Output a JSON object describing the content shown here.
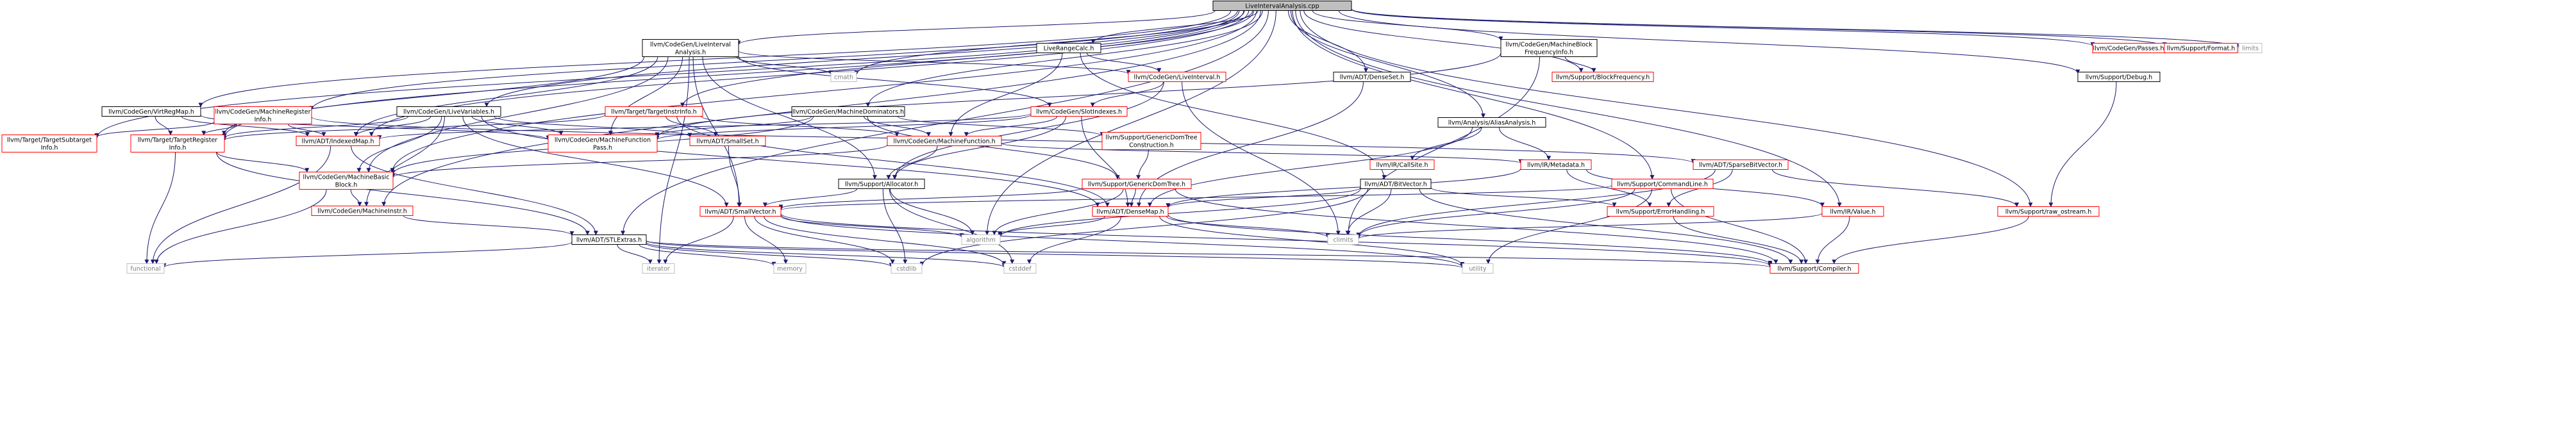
{
  "colors": {
    "root_fill": "#bfbfbf",
    "default_border": "#000000",
    "truncated_border": "#ff0000",
    "system_border": "#bfbfbf",
    "system_text": "#808080",
    "edge": "#191970"
  },
  "nodes": [
    {
      "id": "root",
      "lines": [
        "LiveIntervalAnalysis.cpp"
      ],
      "kind": "root"
    },
    {
      "id": "lia_h",
      "lines": [
        "llvm/CodeGen/LiveInterval",
        "Analysis.h"
      ],
      "kind": "default"
    },
    {
      "id": "liverangecalc",
      "lines": [
        "LiveRangeCalc.h"
      ],
      "kind": "default"
    },
    {
      "id": "mbfi",
      "lines": [
        "llvm/CodeGen/MachineBlock",
        "FrequencyInfo.h"
      ],
      "kind": "default"
    },
    {
      "id": "passes",
      "lines": [
        "llvm/CodeGen/Passes.h"
      ],
      "kind": "truncated"
    },
    {
      "id": "format",
      "lines": [
        "llvm/Support/Format.h"
      ],
      "kind": "truncated"
    },
    {
      "id": "limits",
      "lines": [
        "limits"
      ],
      "kind": "system"
    },
    {
      "id": "cmath",
      "lines": [
        "cmath"
      ],
      "kind": "system"
    },
    {
      "id": "liveinterval",
      "lines": [
        "llvm/CodeGen/LiveInterval.h"
      ],
      "kind": "truncated"
    },
    {
      "id": "densesetH",
      "lines": [
        "llvm/ADT/DenseSet.h"
      ],
      "kind": "default"
    },
    {
      "id": "blockfreq",
      "lines": [
        "llvm/Support/BlockFrequency.h"
      ],
      "kind": "truncated"
    },
    {
      "id": "debug",
      "lines": [
        "llvm/Support/Debug.h"
      ],
      "kind": "default"
    },
    {
      "id": "virtreg",
      "lines": [
        "llvm/CodeGen/VirtRegMap.h"
      ],
      "kind": "default"
    },
    {
      "id": "mri",
      "lines": [
        "llvm/CodeGen/MachineRegister",
        "Info.h"
      ],
      "kind": "truncated"
    },
    {
      "id": "livevars",
      "lines": [
        "llvm/CodeGen/LiveVariables.h"
      ],
      "kind": "default"
    },
    {
      "id": "tii",
      "lines": [
        "llvm/Target/TargetInstrInfo.h"
      ],
      "kind": "truncated"
    },
    {
      "id": "mdom",
      "lines": [
        "llvm/CodeGen/MachineDominators.h"
      ],
      "kind": "default"
    },
    {
      "id": "slotindexes",
      "lines": [
        "llvm/CodeGen/SlotIndexes.h"
      ],
      "kind": "truncated"
    },
    {
      "id": "aa",
      "lines": [
        "llvm/Analysis/AliasAnalysis.h"
      ],
      "kind": "default"
    },
    {
      "id": "gdtc",
      "lines": [
        "llvm/Support/GenericDomTree",
        "Construction.h"
      ],
      "kind": "truncated"
    },
    {
      "id": "tsi",
      "lines": [
        "llvm/Target/TargetSubtarget",
        "Info.h"
      ],
      "kind": "truncated"
    },
    {
      "id": "tri",
      "lines": [
        "llvm/Target/TargetRegister",
        "Info.h"
      ],
      "kind": "truncated"
    },
    {
      "id": "indexedmap",
      "lines": [
        "llvm/ADT/IndexedMap.h"
      ],
      "kind": "truncated"
    },
    {
      "id": "mfpass",
      "lines": [
        "llvm/CodeGen/MachineFunction",
        "Pass.h"
      ],
      "kind": "truncated"
    },
    {
      "id": "smallset",
      "lines": [
        "llvm/ADT/SmallSet.h"
      ],
      "kind": "truncated"
    },
    {
      "id": "mf",
      "lines": [
        "llvm/CodeGen/MachineFunction.h"
      ],
      "kind": "truncated"
    },
    {
      "id": "callsite",
      "lines": [
        "llvm/IR/CallSite.h"
      ],
      "kind": "truncated"
    },
    {
      "id": "metadata",
      "lines": [
        "llvm/IR/Metadata.h"
      ],
      "kind": "truncated"
    },
    {
      "id": "sparsebv",
      "lines": [
        "llvm/ADT/SparseBitVector.h"
      ],
      "kind": "truncated"
    },
    {
      "id": "mbb",
      "lines": [
        "llvm/CodeGen/MachineBasic",
        "Block.h"
      ],
      "kind": "truncated"
    },
    {
      "id": "allocator",
      "lines": [
        "llvm/Support/Allocator.h"
      ],
      "kind": "default"
    },
    {
      "id": "gdt",
      "lines": [
        "llvm/Support/GenericDomTree.h"
      ],
      "kind": "truncated"
    },
    {
      "id": "bitvector",
      "lines": [
        "llvm/ADT/BitVector.h"
      ],
      "kind": "default"
    },
    {
      "id": "cmdline",
      "lines": [
        "llvm/Support/CommandLine.h"
      ],
      "kind": "truncated"
    },
    {
      "id": "mi",
      "lines": [
        "llvm/CodeGen/MachineInstr.h"
      ],
      "kind": "truncated"
    },
    {
      "id": "smallvector",
      "lines": [
        "llvm/ADT/SmallVector.h"
      ],
      "kind": "truncated"
    },
    {
      "id": "densemap",
      "lines": [
        "llvm/ADT/DenseMap.h"
      ],
      "kind": "truncated"
    },
    {
      "id": "errorhandling",
      "lines": [
        "llvm/Support/ErrorHandling.h"
      ],
      "kind": "truncated"
    },
    {
      "id": "irvalue",
      "lines": [
        "llvm/IR/Value.h"
      ],
      "kind": "truncated"
    },
    {
      "id": "rawostream",
      "lines": [
        "llvm/Support/raw_ostream.h"
      ],
      "kind": "truncated"
    },
    {
      "id": "stlextras",
      "lines": [
        "llvm/ADT/STLExtras.h"
      ],
      "kind": "default"
    },
    {
      "id": "algorithm",
      "lines": [
        "algorithm"
      ],
      "kind": "system"
    },
    {
      "id": "climits",
      "lines": [
        "climits"
      ],
      "kind": "system"
    },
    {
      "id": "functional",
      "lines": [
        "functional"
      ],
      "kind": "system"
    },
    {
      "id": "iterator",
      "lines": [
        "iterator"
      ],
      "kind": "system"
    },
    {
      "id": "memory",
      "lines": [
        "memory"
      ],
      "kind": "system"
    },
    {
      "id": "cstdlib",
      "lines": [
        "cstdlib"
      ],
      "kind": "system"
    },
    {
      "id": "cstddef",
      "lines": [
        "cstddef"
      ],
      "kind": "system"
    },
    {
      "id": "utility",
      "lines": [
        "utility"
      ],
      "kind": "system"
    },
    {
      "id": "compiler",
      "lines": [
        "llvm/Support/Compiler.h"
      ],
      "kind": "truncated"
    }
  ],
  "edges": [
    [
      "root",
      "lia_h"
    ],
    [
      "root",
      "liverangecalc"
    ],
    [
      "root",
      "mbfi"
    ],
    [
      "root",
      "passes"
    ],
    [
      "root",
      "format"
    ],
    [
      "root",
      "limits"
    ],
    [
      "root",
      "cmath"
    ],
    [
      "root",
      "densesetH"
    ],
    [
      "root",
      "blockfreq"
    ],
    [
      "root",
      "debug"
    ],
    [
      "root",
      "virtreg"
    ],
    [
      "root",
      "mri"
    ],
    [
      "root",
      "livevars"
    ],
    [
      "root",
      "tii"
    ],
    [
      "root",
      "mdom"
    ],
    [
      "root",
      "aa"
    ],
    [
      "root",
      "tsi"
    ],
    [
      "root",
      "tri"
    ],
    [
      "root",
      "mbb"
    ],
    [
      "root",
      "stlextras"
    ],
    [
      "root",
      "cmdline"
    ],
    [
      "root",
      "irvalue"
    ],
    [
      "root",
      "rawostream"
    ],
    [
      "root",
      "algorithm"
    ],
    [
      "root",
      "indexedmap"
    ],
    [
      "root",
      "mi"
    ],
    [
      "lia_h",
      "cmath"
    ],
    [
      "lia_h",
      "liveinterval"
    ],
    [
      "lia_h",
      "slotindexes"
    ],
    [
      "lia_h",
      "tri"
    ],
    [
      "lia_h",
      "indexedmap"
    ],
    [
      "lia_h",
      "mfpass"
    ],
    [
      "lia_h",
      "smallvector"
    ],
    [
      "lia_h",
      "allocator"
    ],
    [
      "lia_h",
      "mbb"
    ],
    [
      "lia_h",
      "iterator"
    ],
    [
      "liverangecalc",
      "liveinterval"
    ],
    [
      "liverangecalc",
      "bitvector"
    ],
    [
      "liverangecalc",
      "mf"
    ],
    [
      "mbfi",
      "blockfreq"
    ],
    [
      "mbfi",
      "climits"
    ],
    [
      "mbfi",
      "mfpass"
    ],
    [
      "liveinterval",
      "slotindexes"
    ],
    [
      "liveinterval",
      "allocator"
    ],
    [
      "liveinterval",
      "climits"
    ],
    [
      "densesetH",
      "densemap"
    ],
    [
      "debug",
      "rawostream"
    ],
    [
      "virtreg",
      "tri"
    ],
    [
      "virtreg",
      "indexedmap"
    ],
    [
      "virtreg",
      "mfpass"
    ],
    [
      "mri",
      "tsi"
    ],
    [
      "mri",
      "tri"
    ],
    [
      "mri",
      "indexedmap"
    ],
    [
      "mri",
      "sparsebv"
    ],
    [
      "livevars",
      "indexedmap"
    ],
    [
      "livevars",
      "mfpass"
    ],
    [
      "livevars",
      "smallset"
    ],
    [
      "livevars",
      "smallvector"
    ],
    [
      "livevars",
      "mi"
    ],
    [
      "livevars",
      "tri"
    ],
    [
      "livevars",
      "mbb"
    ],
    [
      "livevars",
      "densemap"
    ],
    [
      "tii",
      "smallset"
    ],
    [
      "tii",
      "mf"
    ],
    [
      "tii",
      "densemap"
    ],
    [
      "tii",
      "tri"
    ],
    [
      "mdom",
      "mf"
    ],
    [
      "mdom",
      "mfpass"
    ],
    [
      "mdom",
      "gdt"
    ],
    [
      "mdom",
      "gdtc"
    ],
    [
      "mdom",
      "mbb"
    ],
    [
      "slotindexes",
      "mf"
    ],
    [
      "slotindexes",
      "mfpass"
    ],
    [
      "slotindexes",
      "allocator"
    ],
    [
      "slotindexes",
      "densemap"
    ],
    [
      "slotindexes",
      "indexedmap"
    ],
    [
      "aa",
      "callsite"
    ],
    [
      "aa",
      "metadata"
    ],
    [
      "aa",
      "densemap"
    ],
    [
      "gdtc",
      "gdt"
    ],
    [
      "tri",
      "mbb"
    ],
    [
      "tri",
      "functional"
    ],
    [
      "tri",
      "stlextras"
    ],
    [
      "indexedmap",
      "stlextras"
    ],
    [
      "indexedmap",
      "functional"
    ],
    [
      "smallset",
      "smallvector"
    ],
    [
      "mf",
      "allocator"
    ],
    [
      "mf",
      "metadata"
    ],
    [
      "mf",
      "mbb"
    ],
    [
      "metadata",
      "irvalue"
    ],
    [
      "metadata",
      "densemap"
    ],
    [
      "metadata",
      "errorhandling"
    ],
    [
      "sparsebv",
      "errorhandling"
    ],
    [
      "sparsebv",
      "rawostream"
    ],
    [
      "sparsebv",
      "climits"
    ],
    [
      "mbb",
      "mi"
    ],
    [
      "mbb",
      "functional"
    ],
    [
      "allocator",
      "smallvector"
    ],
    [
      "allocator",
      "algorithm"
    ],
    [
      "allocator",
      "cstdlib"
    ],
    [
      "allocator",
      "cstddef"
    ],
    [
      "gdt",
      "densemap"
    ],
    [
      "gdt",
      "smallvector"
    ],
    [
      "gdt",
      "algorithm"
    ],
    [
      "gdt",
      "compiler"
    ],
    [
      "bitvector",
      "densemap"
    ],
    [
      "bitvector",
      "errorhandling"
    ],
    [
      "bitvector",
      "climits"
    ],
    [
      "bitvector",
      "cstdlib"
    ],
    [
      "bitvector",
      "algorithm"
    ],
    [
      "bitvector",
      "compiler"
    ],
    [
      "cmdline",
      "smallvector"
    ],
    [
      "cmdline",
      "climits"
    ],
    [
      "cmdline",
      "utility"
    ],
    [
      "cmdline",
      "compiler"
    ],
    [
      "mi",
      "stlextras"
    ],
    [
      "smallvector",
      "algorithm"
    ],
    [
      "smallvector",
      "iterator"
    ],
    [
      "smallvector",
      "memory"
    ],
    [
      "smallvector",
      "cstdlib"
    ],
    [
      "smallvector",
      "cstddef"
    ],
    [
      "smallvector",
      "utility"
    ],
    [
      "smallvector",
      "compiler"
    ],
    [
      "densemap",
      "algorithm"
    ],
    [
      "densemap",
      "climits"
    ],
    [
      "densemap",
      "utility"
    ],
    [
      "densemap",
      "cstddef"
    ],
    [
      "densemap",
      "compiler"
    ],
    [
      "errorhandling",
      "compiler"
    ],
    [
      "irvalue",
      "compiler"
    ],
    [
      "irvalue",
      "climits"
    ],
    [
      "rawostream",
      "compiler"
    ],
    [
      "stlextras",
      "functional"
    ],
    [
      "stlextras",
      "iterator"
    ],
    [
      "stlextras",
      "memory"
    ],
    [
      "stlextras",
      "cstdlib"
    ],
    [
      "stlextras",
      "cstddef"
    ],
    [
      "stlextras",
      "utility"
    ],
    [
      "stlextras",
      "compiler"
    ]
  ]
}
